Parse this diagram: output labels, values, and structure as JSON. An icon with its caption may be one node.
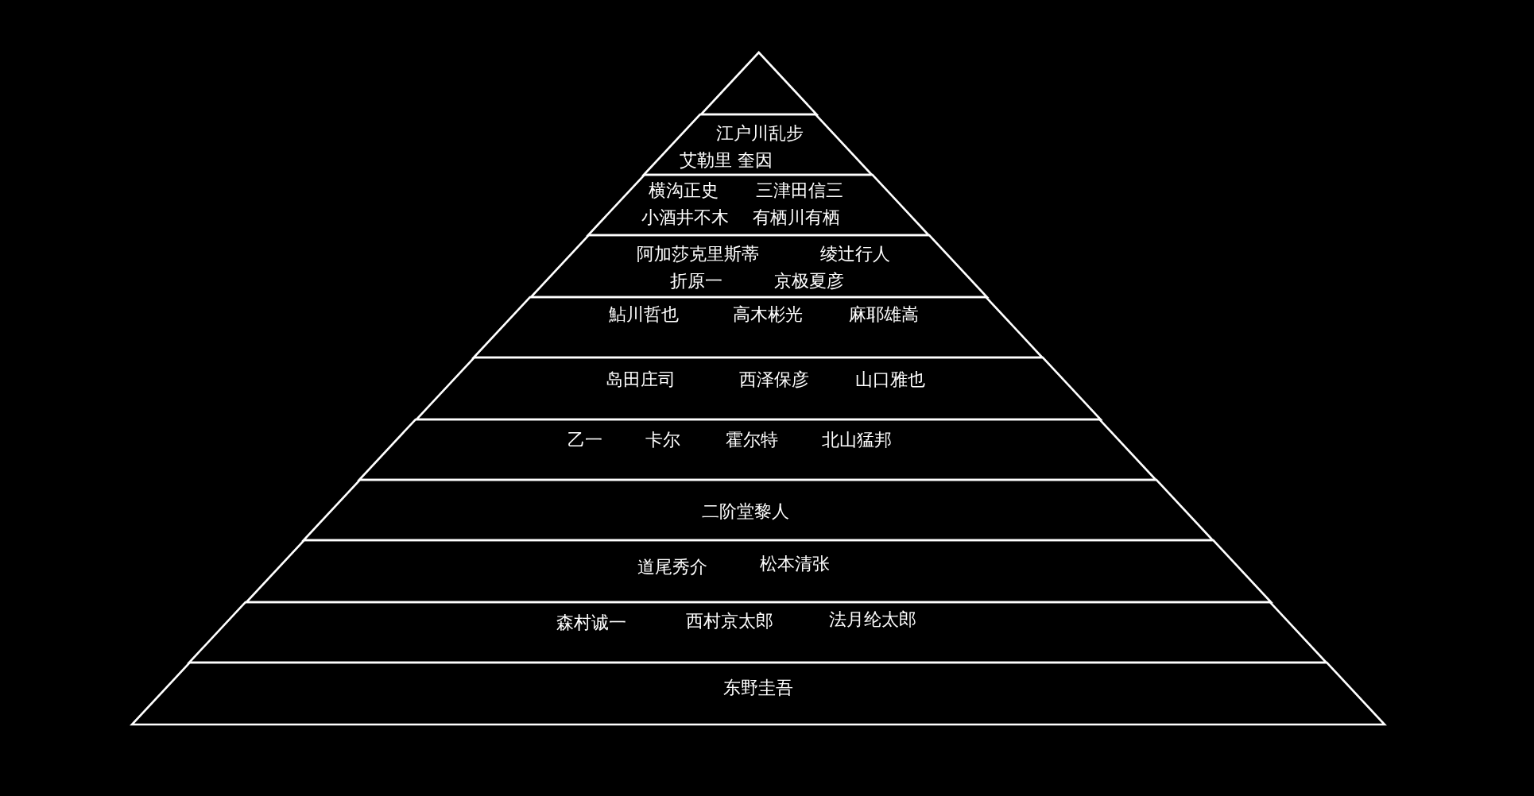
{
  "diagram": {
    "nodes": [
      {
        "text": [],
        "shape": "triangle"
      },
      {
        "text": [
          "江户川乱步",
          "艾勒里 奎因"
        ]
      },
      {
        "text": [
          "横沟正史",
          "三津田信三",
          "小酒井不木",
          "有栖川有栖"
        ]
      },
      {
        "text": [
          "阿加莎克里斯蒂",
          "绫辻行人",
          "折原一",
          "京极夏彦"
        ]
      },
      {
        "text": [
          "鮎川哲也",
          "高木彬光",
          "麻耶雄嵩"
        ]
      },
      {
        "text": [
          "岛田庄司",
          "西泽保彦",
          "山口雅也"
        ]
      },
      {
        "text": [
          "乙一",
          "卡尔",
          "霍尔特",
          "北山猛邦"
        ]
      },
      {
        "text": [
          "二阶堂黎人"
        ]
      },
      {
        "text": [
          "道尾秀介",
          "松本清张"
        ]
      },
      {
        "text": [
          "森村诚一",
          "西村京太郎",
          "法月纶太郎"
        ]
      },
      {
        "text": [
          "东野圭吾"
        ]
      }
    ]
  }
}
